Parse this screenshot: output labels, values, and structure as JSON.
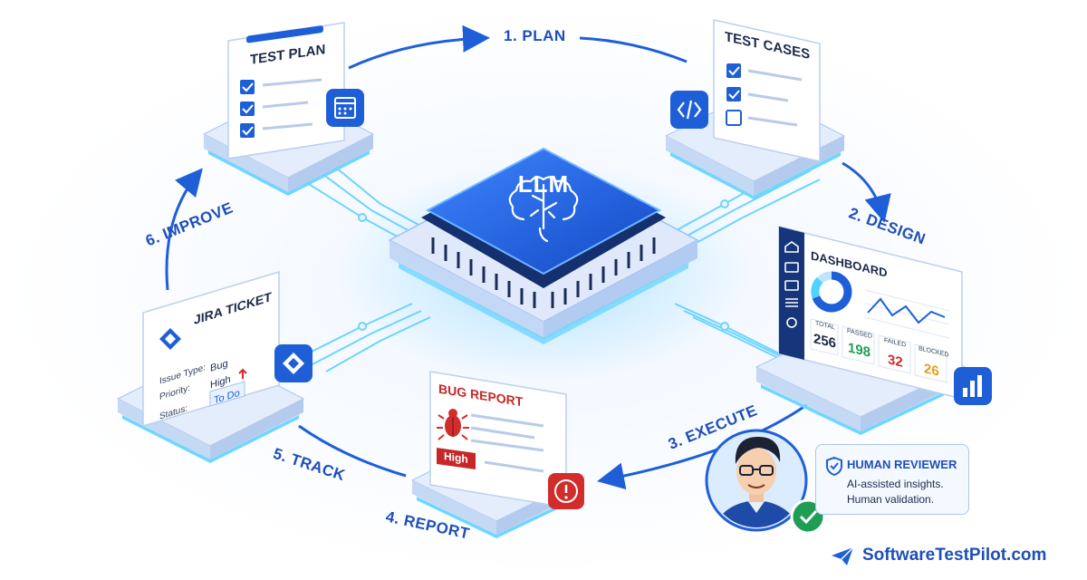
{
  "center": {
    "label": "LLM"
  },
  "steps": {
    "plan": "1. PLAN",
    "design": "2. DESIGN",
    "execute": "3. EXECUTE",
    "report": "4. REPORT",
    "track": "5. TRACK",
    "improve": "6. IMPROVE"
  },
  "test_plan": {
    "title": "TEST PLAN"
  },
  "test_cases": {
    "title": "TEST CASES"
  },
  "dashboard": {
    "title": "DASHBOARD",
    "stats": [
      {
        "label": "TOTAL",
        "value": "256"
      },
      {
        "label": "PASSED",
        "value": "198"
      },
      {
        "label": "FAILED",
        "value": "32"
      },
      {
        "label": "BLOCKED",
        "value": "26"
      }
    ]
  },
  "bug_report": {
    "title": "BUG REPORT",
    "severity": "High"
  },
  "jira": {
    "title": "JIRA TICKET",
    "fields": [
      {
        "key": "Issue Type:",
        "value": "Bug"
      },
      {
        "key": "Priority:",
        "value": "High"
      },
      {
        "key": "Status:",
        "value": "To Do"
      }
    ]
  },
  "reviewer": {
    "title": "HUMAN REVIEWER",
    "line1": "AI-assisted insights.",
    "line2": "Human validation."
  },
  "brand": "SoftwareTestPilot.com",
  "colors": {
    "primary": "#1e5fd8",
    "accent_cyan": "#4fd3ff",
    "pass": "#1f9d55",
    "fail": "#d12d2d",
    "blocked": "#e0a21b"
  }
}
